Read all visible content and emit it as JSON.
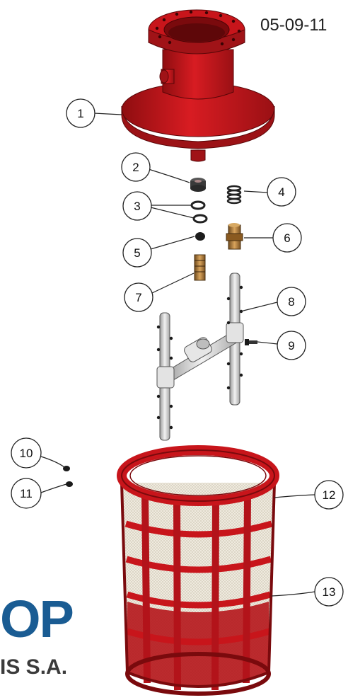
{
  "header": {
    "doc_code": "05-09-11"
  },
  "brand": {
    "logo_text": "OP",
    "company_suffix": "IS S.A.",
    "color": "#1a5c93"
  },
  "parts": {
    "callouts": [
      "1",
      "2",
      "3",
      "4",
      "5",
      "6",
      "7",
      "8",
      "9",
      "10",
      "11",
      "12",
      "13"
    ]
  },
  "colors": {
    "body_red": "#c8151b",
    "dark_red": "#8e0d10",
    "pipe_grey": "#d9d9d9",
    "mesh": "#e9e4d8",
    "brass": "#b07a3a"
  }
}
